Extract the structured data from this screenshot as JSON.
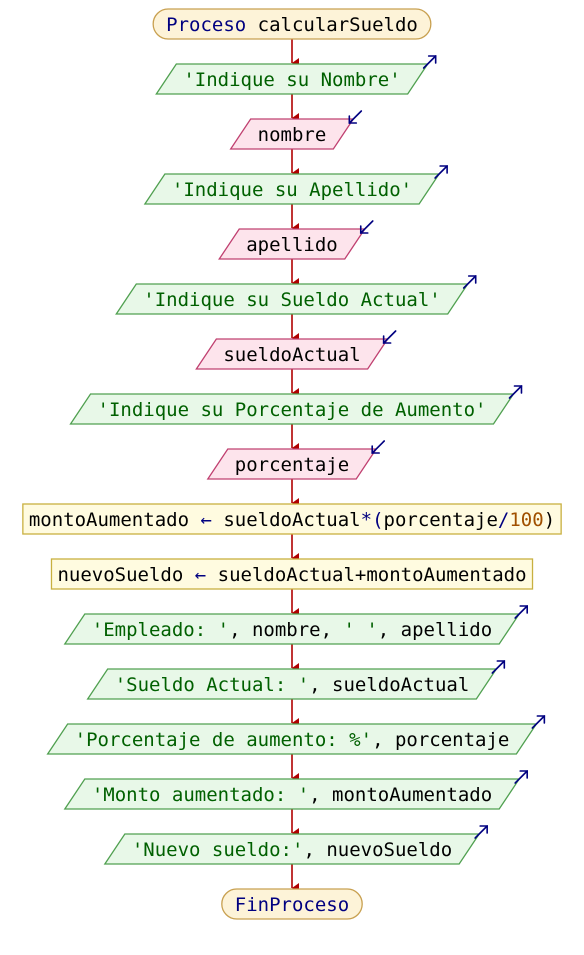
{
  "colors": {
    "flow_line": "#b00000",
    "io_arrow": "#000080",
    "terminal_fill": "#fdf3d8",
    "terminal_stroke": "#c8a050",
    "output_fill": "#e8f8e8",
    "output_stroke": "#50a050",
    "input_fill": "#fde4ec",
    "input_stroke": "#c04070",
    "process_fill": "#fffbe0",
    "process_stroke": "#c8b040",
    "keyword_text": "#000080",
    "string_text": "#006000",
    "var_text": "#000000",
    "number_text": "#a05000",
    "operator_text": "#000080"
  },
  "nodes": [
    {
      "id": "start",
      "kind": "terminal",
      "parts": [
        [
          "Proceso",
          "keyword"
        ],
        [
          " calcularSueldo",
          "var"
        ]
      ]
    },
    {
      "id": "out-nombre",
      "kind": "output",
      "parts": [
        [
          "'Indique su Nombre'",
          "string"
        ]
      ]
    },
    {
      "id": "in-nombre",
      "kind": "input",
      "parts": [
        [
          "nombre",
          "var"
        ]
      ]
    },
    {
      "id": "out-apellido",
      "kind": "output",
      "parts": [
        [
          "'Indique su Apellido'",
          "string"
        ]
      ]
    },
    {
      "id": "in-apellido",
      "kind": "input",
      "parts": [
        [
          "apellido",
          "var"
        ]
      ]
    },
    {
      "id": "out-sueldo",
      "kind": "output",
      "parts": [
        [
          "'Indique su Sueldo Actual'",
          "string"
        ]
      ]
    },
    {
      "id": "in-sueldo",
      "kind": "input",
      "parts": [
        [
          "sueldoActual",
          "var"
        ]
      ]
    },
    {
      "id": "out-porcentaje",
      "kind": "output",
      "parts": [
        [
          "'Indique su Porcentaje de Aumento'",
          "string"
        ]
      ]
    },
    {
      "id": "in-porcentaje",
      "kind": "input",
      "parts": [
        [
          "porcentaje",
          "var"
        ]
      ]
    },
    {
      "id": "assign-monto",
      "kind": "process",
      "parts": [
        [
          "montoAumentado ",
          "var"
        ],
        [
          "←",
          "operator"
        ],
        [
          " sueldoActual",
          "var"
        ],
        [
          "*(",
          "operator"
        ],
        [
          "porcentaje",
          "var"
        ],
        [
          "/",
          "operator"
        ],
        [
          "100",
          "number"
        ],
        [
          ")",
          "var"
        ]
      ]
    },
    {
      "id": "assign-nuevo",
      "kind": "process",
      "parts": [
        [
          "nuevoSueldo ",
          "var"
        ],
        [
          "←",
          "operator"
        ],
        [
          " sueldoActual+montoAumentado",
          "var"
        ]
      ]
    },
    {
      "id": "out-empleado",
      "kind": "output",
      "parts": [
        [
          "'Empleado: '",
          "string"
        ],
        [
          ", nombre, ",
          "var"
        ],
        [
          "' '",
          "string"
        ],
        [
          ", apellido",
          "var"
        ]
      ]
    },
    {
      "id": "out-sueldo-actual",
      "kind": "output",
      "parts": [
        [
          "'Sueldo Actual: '",
          "string"
        ],
        [
          ", sueldoActual",
          "var"
        ]
      ]
    },
    {
      "id": "out-porcentaje-aumento",
      "kind": "output",
      "parts": [
        [
          "'Porcentaje de aumento: %'",
          "string"
        ],
        [
          ", porcentaje",
          "var"
        ]
      ]
    },
    {
      "id": "out-monto",
      "kind": "output",
      "parts": [
        [
          "'Monto aumentado: '",
          "string"
        ],
        [
          ", montoAumentado",
          "var"
        ]
      ]
    },
    {
      "id": "out-nuevo",
      "kind": "output",
      "parts": [
        [
          "'Nuevo sueldo:'",
          "string"
        ],
        [
          ", nuevoSueldo",
          "var"
        ]
      ]
    },
    {
      "id": "end",
      "kind": "terminal",
      "parts": [
        [
          "FinProceso",
          "keyword"
        ]
      ]
    }
  ]
}
